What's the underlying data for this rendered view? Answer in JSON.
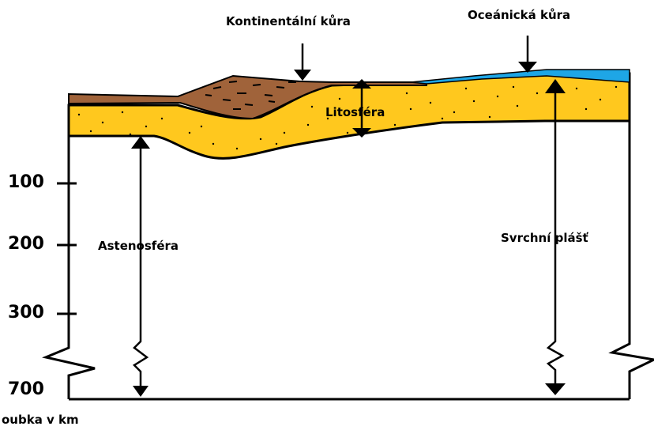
{
  "labels": {
    "continental_crust": "Kontinentální kůra",
    "oceanic_crust": "Oceánická kůra",
    "lithosphere": "Litosféra",
    "asthenosphere": "Astenosféra",
    "upper_mantle": "Svrchní plášť",
    "depth_axis": "oubka v km"
  },
  "depth_ticks": [
    "100",
    "200",
    "300",
    "700"
  ],
  "colors": {
    "lithosphere": "#FFC81E",
    "continental_crust": "#A0633A",
    "oceanic_crust": "#1EA6E6",
    "outline": "#000000"
  }
}
